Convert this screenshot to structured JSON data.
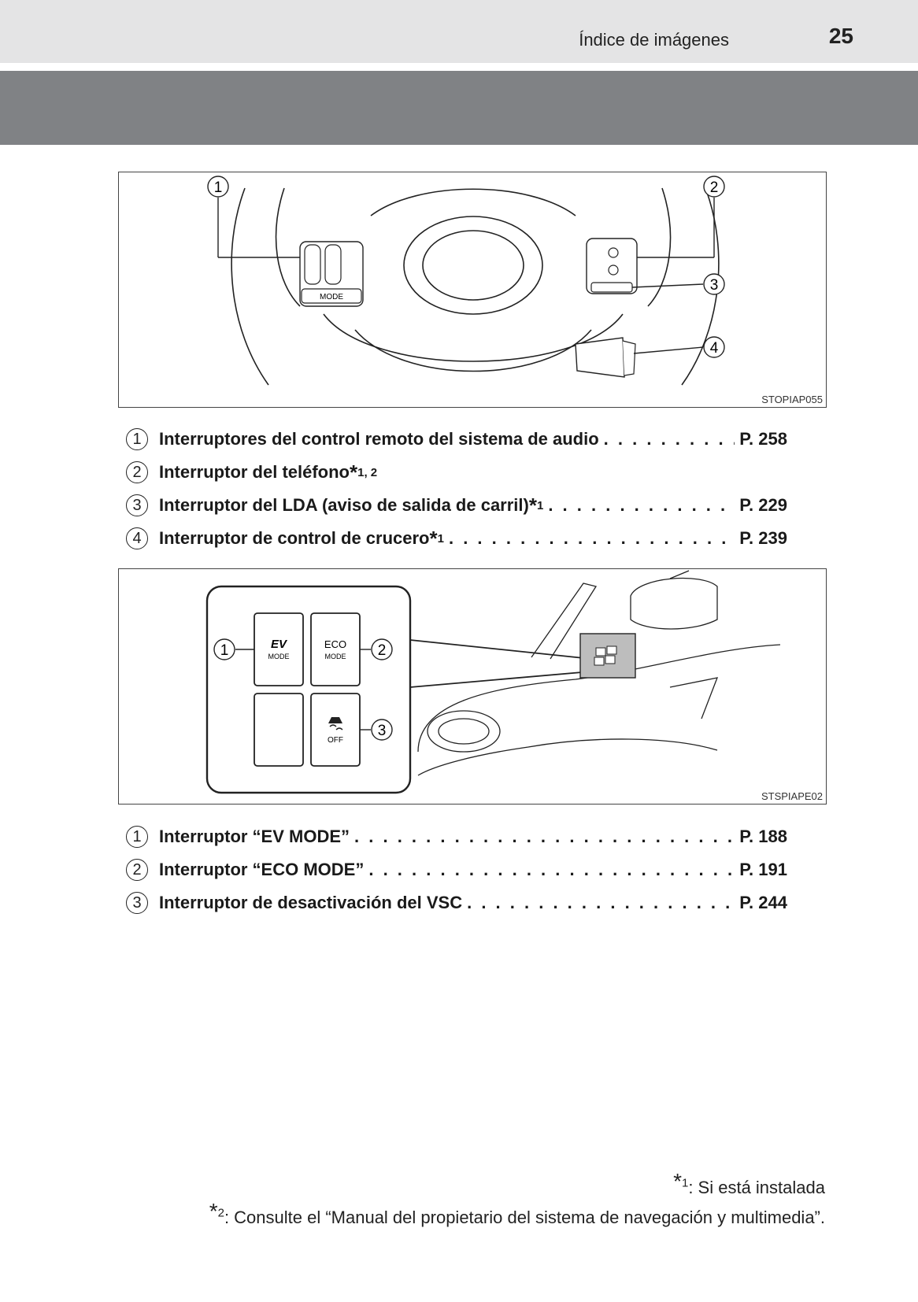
{
  "header": {
    "title": "Índice de imágenes",
    "page_number": "25"
  },
  "figure1": {
    "code": "STOPIAP055",
    "callouts": [
      "1",
      "2",
      "3",
      "4"
    ],
    "mode_label": "MODE"
  },
  "list1": [
    {
      "num": "1",
      "label": "Interruptores del control remoto del sistema de audio",
      "mark": "",
      "page": "P. 258"
    },
    {
      "num": "2",
      "label": "Interruptor del teléfono",
      "mark": "1, 2",
      "page": ""
    },
    {
      "num": "3",
      "label": "Interruptor del LDA (aviso de salida de carril)",
      "mark": "1",
      "page": "P. 229"
    },
    {
      "num": "4",
      "label": "Interruptor de control de crucero",
      "mark": "1",
      "page": "P. 239"
    }
  ],
  "figure2": {
    "code": "STSPIAPE02",
    "callouts": [
      "1",
      "2",
      "3"
    ],
    "buttons": {
      "ev_top": "EV",
      "ev_bottom": "MODE",
      "eco_top": "ECO",
      "eco_bottom": "MODE",
      "vsc_off": "OFF"
    }
  },
  "list2": [
    {
      "num": "1",
      "label": "Interruptor “EV MODE”",
      "page": "P. 188"
    },
    {
      "num": "2",
      "label": "Interruptor “ECO MODE”",
      "page": "P. 191"
    },
    {
      "num": "3",
      "label": "Interruptor de desactivación del VSC",
      "page": "P. 244"
    }
  ],
  "footnotes": [
    {
      "star": "*",
      "mark": "1",
      "text": ": Si está instalada"
    },
    {
      "star": "*",
      "mark": "2",
      "text": ": Consulte el “Manual del propietario del sistema de navegación y multimedia”."
    }
  ],
  "colors": {
    "band": "#808285",
    "header_bg": "#e4e4e5",
    "line": "#222222"
  }
}
